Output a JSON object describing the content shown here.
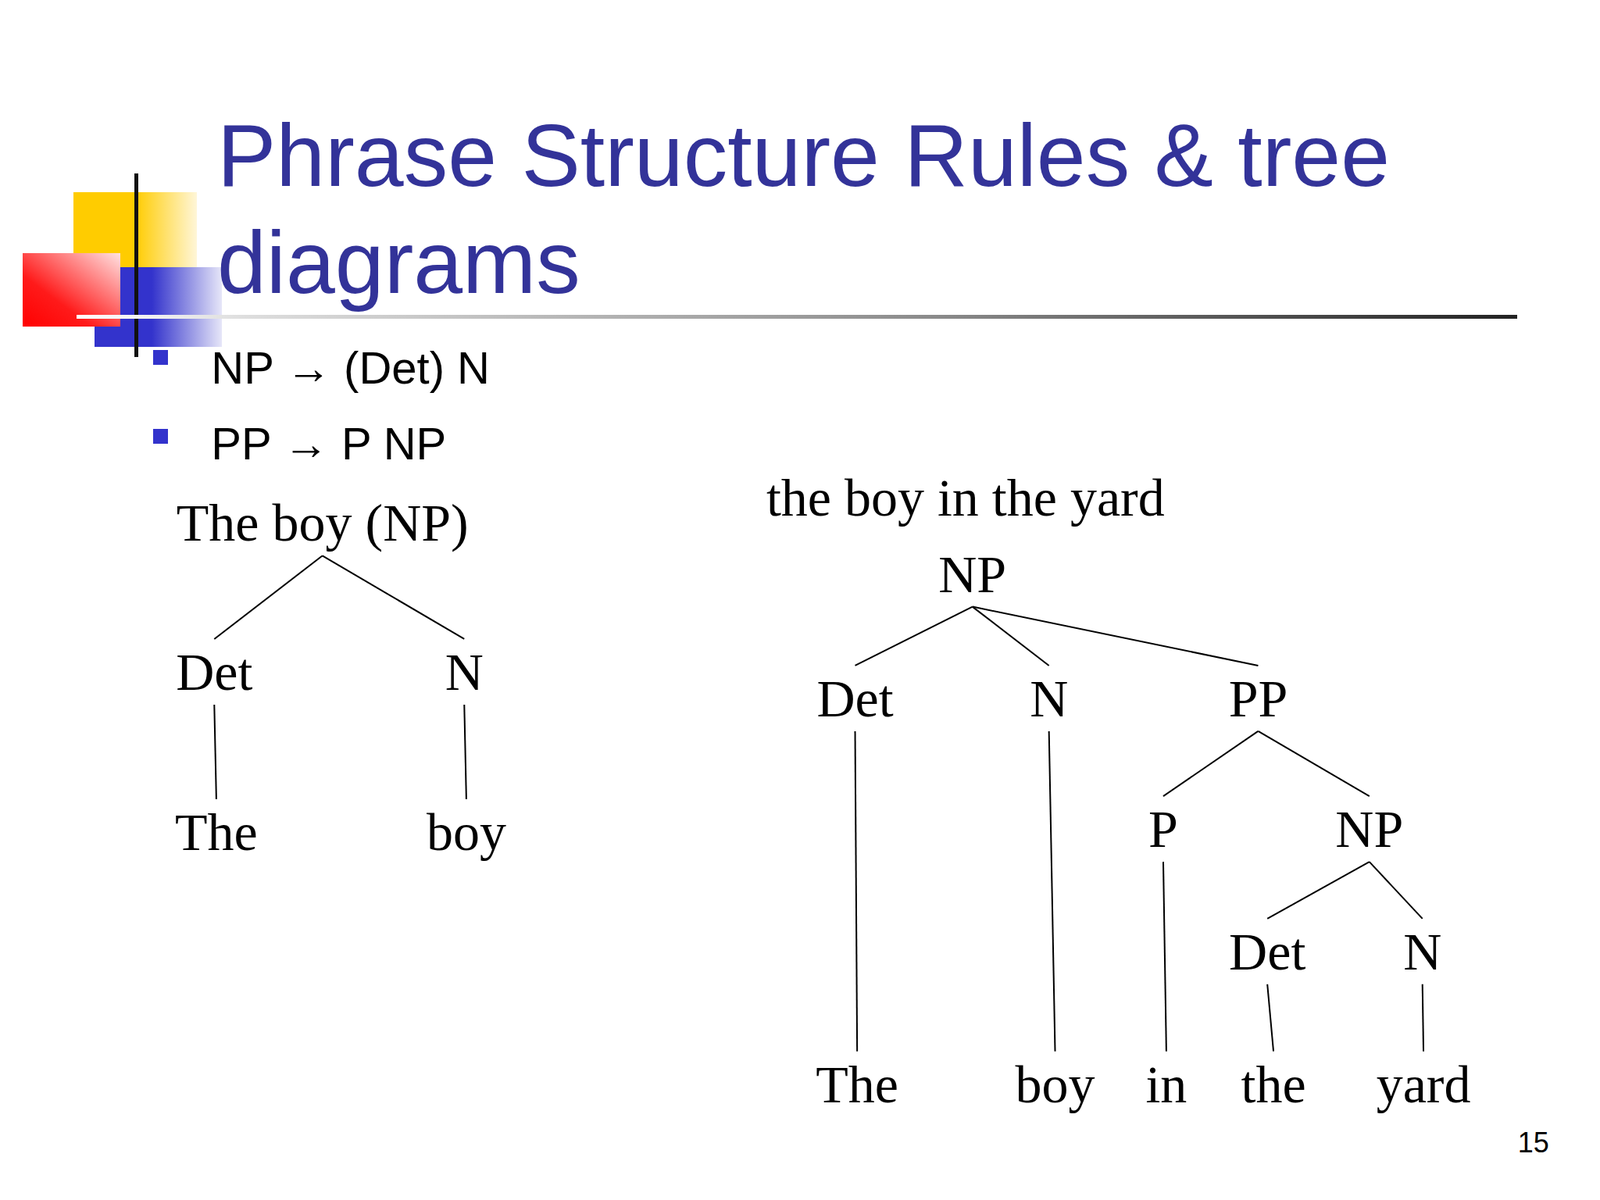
{
  "diagram": {
    "title": "Phrase Structure Rules & tree diagrams",
    "nodes": [
      {
        "text": [
          "The boy (NP)"
        ]
      },
      {
        "text": [
          "Det"
        ]
      },
      {
        "text": [
          "N"
        ]
      },
      {
        "text": [
          "The"
        ]
      },
      {
        "text": [
          "boy"
        ]
      },
      {
        "text": [
          "NP"
        ]
      },
      {
        "text": [
          "Det"
        ]
      },
      {
        "text": [
          "N"
        ]
      },
      {
        "text": [
          "PP"
        ]
      },
      {
        "text": [
          "P"
        ]
      },
      {
        "text": [
          "NP"
        ]
      },
      {
        "text": [
          "Det"
        ]
      },
      {
        "text": [
          "N"
        ]
      },
      {
        "text": [
          "The"
        ]
      },
      {
        "text": [
          "boy"
        ]
      },
      {
        "text": [
          "in"
        ]
      },
      {
        "text": [
          "the"
        ]
      },
      {
        "text": [
          "yard"
        ]
      }
    ],
    "edges": [
      {
        "from": 0,
        "to": 1,
        "arrow": "none"
      },
      {
        "from": 0,
        "to": 2,
        "arrow": "none"
      },
      {
        "from": 1,
        "to": 3,
        "arrow": "none"
      },
      {
        "from": 2,
        "to": 4,
        "arrow": "none"
      },
      {
        "from": 5,
        "to": 6,
        "arrow": "none"
      },
      {
        "from": 5,
        "to": 7,
        "arrow": "none"
      },
      {
        "from": 5,
        "to": 8,
        "arrow": "none"
      },
      {
        "from": 6,
        "to": 13,
        "arrow": "none"
      },
      {
        "from": 7,
        "to": 14,
        "arrow": "none"
      },
      {
        "from": 8,
        "to": 9,
        "arrow": "none"
      },
      {
        "from": 8,
        "to": 10,
        "arrow": "none"
      },
      {
        "from": 9,
        "to": 15,
        "arrow": "none"
      },
      {
        "from": 10,
        "to": 11,
        "arrow": "none"
      },
      {
        "from": 10,
        "to": 12,
        "arrow": "none"
      },
      {
        "from": 11,
        "to": 16,
        "arrow": "none"
      },
      {
        "from": 12,
        "to": 17,
        "arrow": "none"
      }
    ],
    "labels": [
      "NP → (Det) N",
      "PP → P NP",
      "the boy in the yard",
      "15"
    ]
  }
}
